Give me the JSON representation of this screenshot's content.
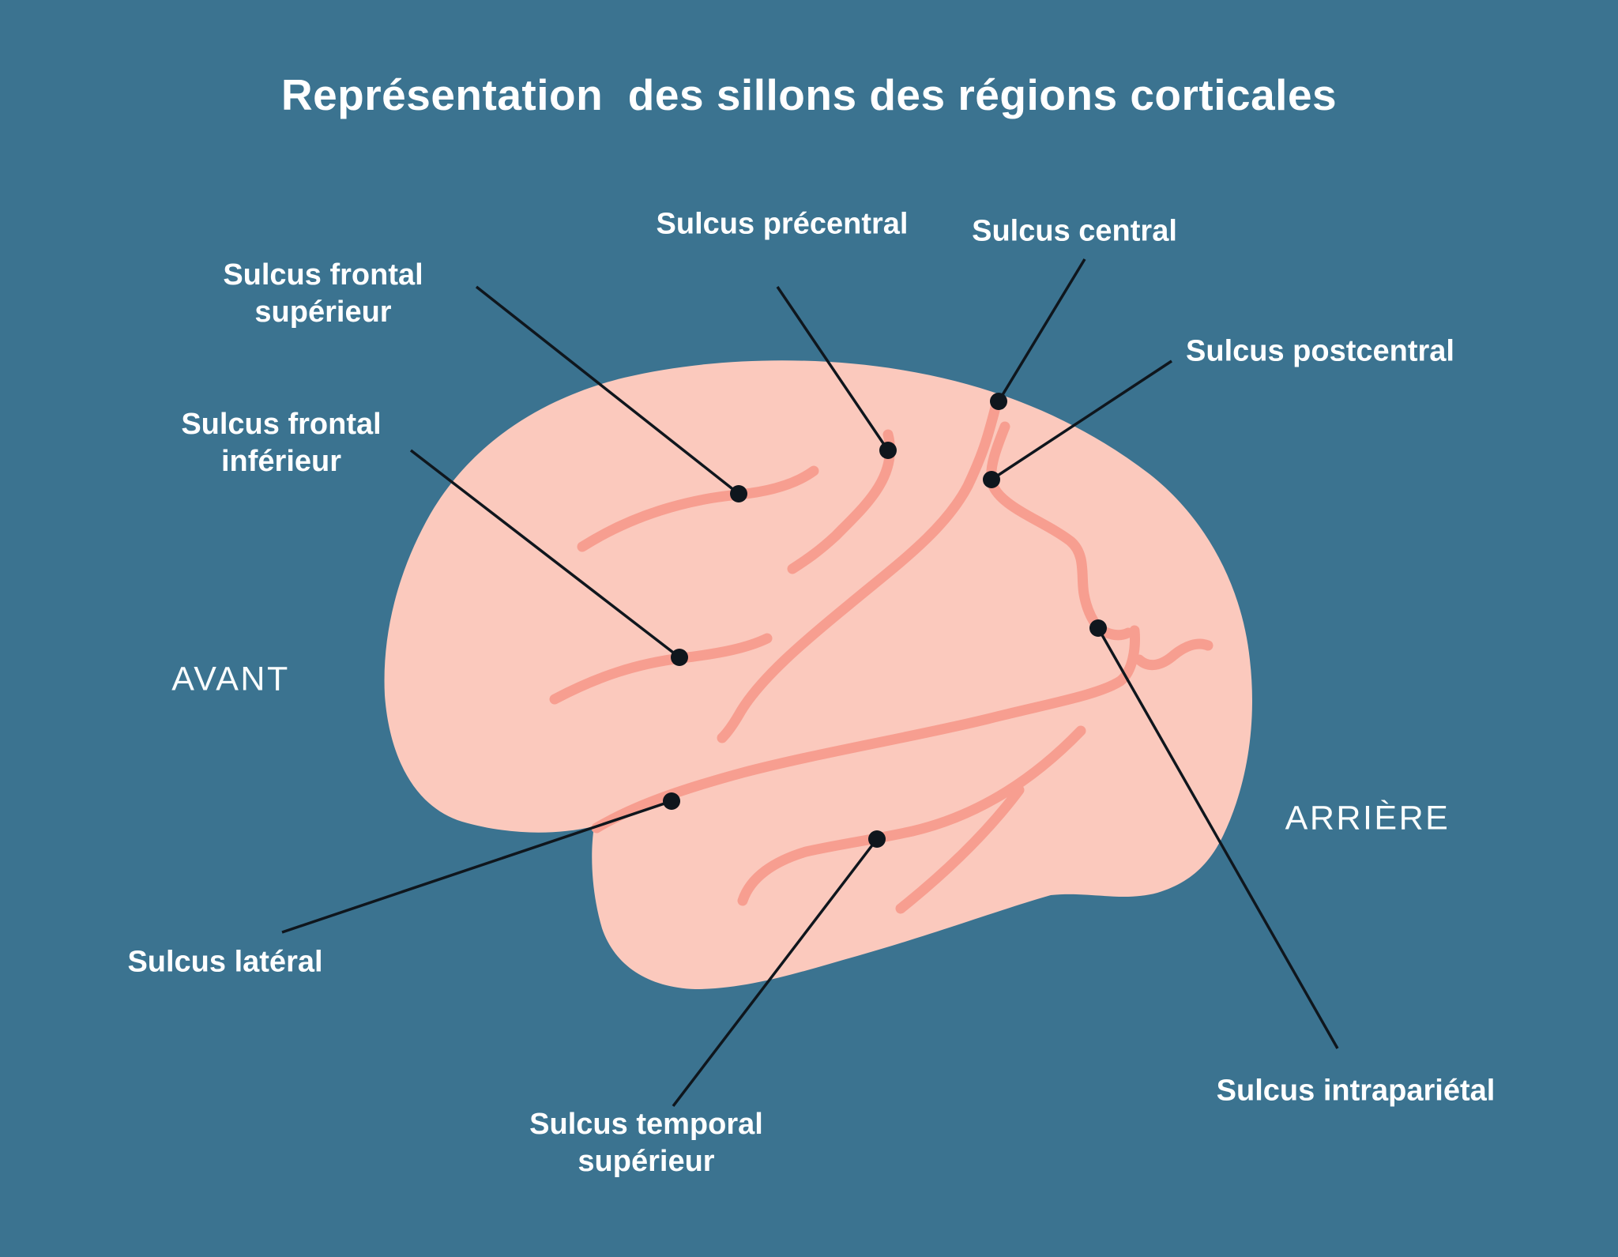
{
  "title": "Représentation  des sillons des régions corticales",
  "orientation": {
    "front": "AVANT",
    "back": "ARRIÈRE"
  },
  "labels": {
    "precentral": "Sulcus précentral",
    "central": "Sulcus central",
    "postcentral": "Sulcus postcentral",
    "frontal_superieur_line1": "Sulcus frontal",
    "frontal_superieur_line2": "supérieur",
    "frontal_inferieur_line1": "Sulcus frontal",
    "frontal_inferieur_line2": "inférieur",
    "lateral": "Sulcus latéral",
    "temporal_superieur_line1": "Sulcus temporal",
    "temporal_superieur_line2": "supérieur",
    "intraparietal": "Sulcus intrapariétal"
  },
  "colors": {
    "background": "#3B7390",
    "brain_fill": "#FBC9BD",
    "sulcus_stroke": "#F79E90",
    "leader_line": "#0F161D",
    "dot": "#0F161D",
    "text": "#FFFFFF"
  }
}
